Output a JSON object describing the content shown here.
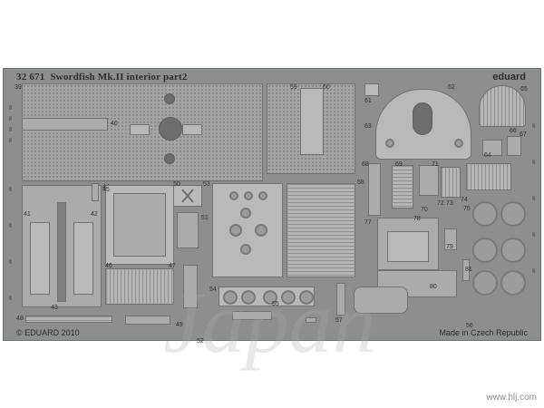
{
  "sheet": {
    "catalog_number": "32 671",
    "title": "Swordfish Mk.II interior   part2",
    "brand": "eduard",
    "copyright": "© EDUARD 2010",
    "origin": "Made in Czech Republic"
  },
  "part_numbers": [
    "39",
    "40",
    "41",
    "42",
    "43",
    "44",
    "45",
    "46",
    "47",
    "48",
    "49",
    "50",
    "51",
    "52",
    "53",
    "54",
    "55",
    "56",
    "57",
    "58",
    "59",
    "60",
    "61",
    "62",
    "63",
    "64",
    "65",
    "66",
    "67",
    "68",
    "69",
    "70",
    "71",
    "72",
    "73",
    "74",
    "75",
    "76",
    "77",
    "78",
    "79",
    "80",
    "81"
  ],
  "watermark": {
    "script_text": "Japan",
    "url": "www.hlj.com"
  },
  "colors": {
    "fret": "#8c8f90",
    "part": "#a9acad",
    "text": "#2a2d2e"
  }
}
